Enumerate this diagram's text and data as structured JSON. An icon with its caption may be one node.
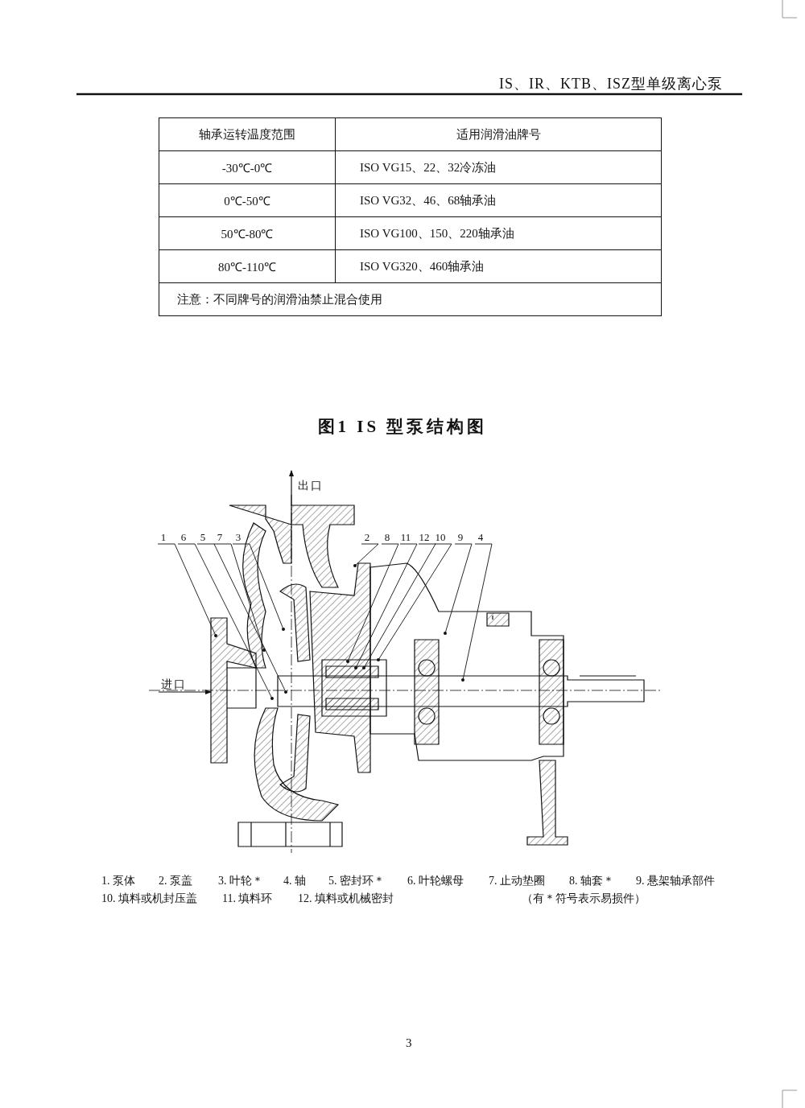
{
  "diagram": {
    "title": "图1 IS 型泵结构图",
    "nodes": [
      {
        "text": [
          "1"
        ]
      },
      {
        "text": [
          "6"
        ]
      },
      {
        "text": [
          "5"
        ]
      },
      {
        "text": [
          "7"
        ]
      },
      {
        "text": [
          "3"
        ]
      },
      {
        "text": [
          "2"
        ]
      },
      {
        "text": [
          "8"
        ]
      },
      {
        "text": [
          "11"
        ]
      },
      {
        "text": [
          "12"
        ]
      },
      {
        "text": [
          "10"
        ]
      },
      {
        "text": [
          "9"
        ]
      },
      {
        "text": [
          "4"
        ]
      }
    ],
    "edges": [
      {
        "from": 0,
        "to": null,
        "arrow": "other"
      },
      {
        "from": 1,
        "to": null,
        "arrow": "other"
      },
      {
        "from": 2,
        "to": null,
        "arrow": "other"
      },
      {
        "from": 3,
        "to": null,
        "arrow": "other"
      },
      {
        "from": 4,
        "to": null,
        "arrow": "other"
      },
      {
        "from": 5,
        "to": null,
        "arrow": "other"
      },
      {
        "from": 6,
        "to": null,
        "arrow": "other"
      },
      {
        "from": 7,
        "to": null,
        "arrow": "other"
      },
      {
        "from": 8,
        "to": null,
        "arrow": "other"
      },
      {
        "from": 9,
        "to": null,
        "arrow": "other"
      },
      {
        "from": 10,
        "to": null,
        "arrow": "other"
      },
      {
        "from": 11,
        "to": null,
        "arrow": "other"
      }
    ],
    "labels": [
      "IS、IR、KTB、ISZ型单级离心泵",
      "轴承运转温度范围",
      "适用润滑油牌号",
      "-30℃-0℃",
      "ISO VG15、22、32冷冻油",
      "0℃-50℃",
      "ISO VG32、46、68轴承油",
      "50℃-80℃",
      "ISO VG100、150、220轴承油",
      "80℃-110℃",
      "ISO VG320、460轴承油",
      "注意：不同牌号的润滑油禁止混合使用",
      "出口",
      "进口",
      "1. 泵体",
      "2. 泵盖",
      "3. 叶轮＊",
      "4. 轴",
      "5. 密封环＊",
      "6. 叶轮螺母",
      "7. 止动垫圈",
      "8. 轴套＊",
      "9. 悬架轴承部件",
      "10. 填料或机封压盖",
      "11. 填料环",
      "12. 填料或机械密封",
      "（有＊符号表示易损件）",
      "3"
    ]
  }
}
